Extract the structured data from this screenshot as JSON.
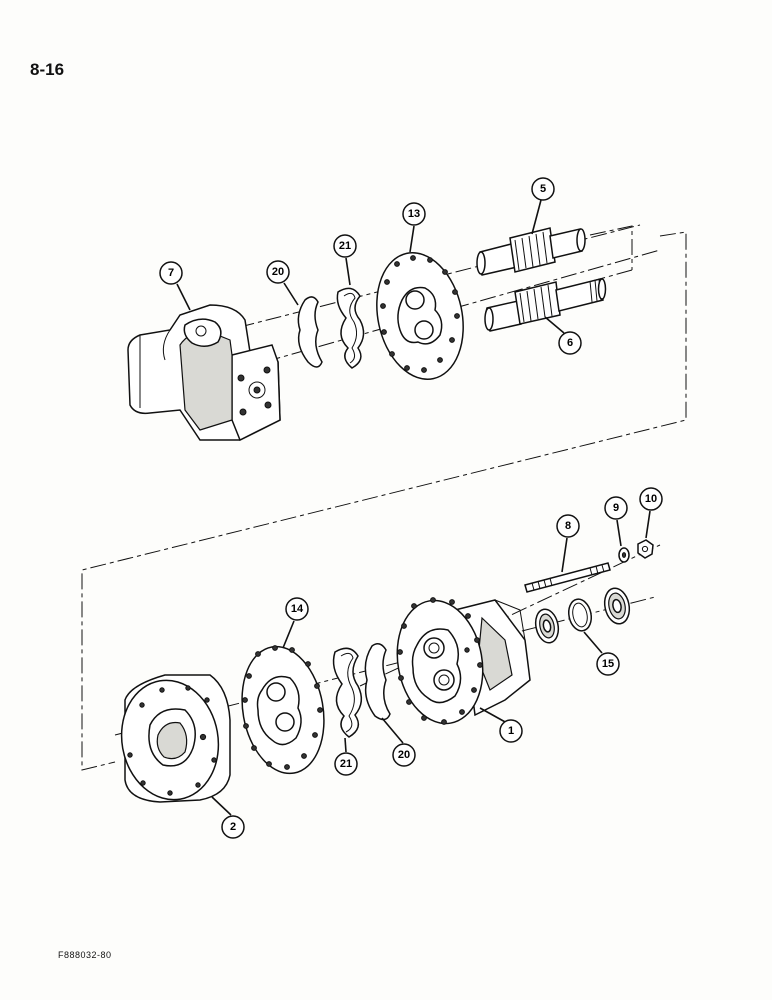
{
  "page": {
    "number": "8-16",
    "figure_code": "F888032-80"
  },
  "callouts": {
    "c1": "1",
    "c2": "2",
    "c5": "5",
    "c6": "6",
    "c7": "7",
    "c8": "8",
    "c9": "9",
    "c10": "10",
    "c13": "13",
    "c14": "14",
    "c15": "15",
    "c20a": "20",
    "c20b": "20",
    "c21a": "21",
    "c21b": "21"
  }
}
